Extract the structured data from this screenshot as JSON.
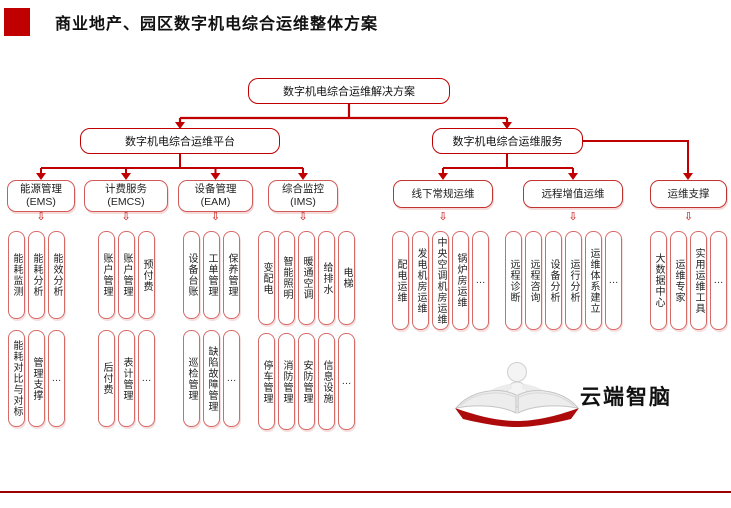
{
  "header": {
    "title": "商业地产、园区数字机电综合运维整体方案"
  },
  "diagram": {
    "root_label": "数字机电综合运维解决方案",
    "platform_label": "数字机电综合运维平台",
    "service_label": "数字机电综合运维服务",
    "groups": [
      {
        "id": "energy",
        "title": "能源管理",
        "subtitle": "(EMS)",
        "rows": [
          [
            "能耗监测",
            "能耗分析",
            "能效分析"
          ],
          [
            "能耗对比与对标",
            "管理支撑",
            "…"
          ]
        ]
      },
      {
        "id": "billing",
        "title": "计费服务",
        "subtitle": "(EMCS)",
        "rows": [
          [
            "账户管理",
            "账户管理",
            "预付费"
          ],
          [
            "后付费",
            "表计管理",
            "…"
          ]
        ]
      },
      {
        "id": "equipment",
        "title": "设备管理",
        "subtitle": "(EAM)",
        "rows": [
          [
            "设备台账",
            "工单管理",
            "保养管理"
          ],
          [
            "巡检管理",
            "缺陷故障管理",
            "…"
          ]
        ]
      },
      {
        "id": "monitoring",
        "title": "综合监控",
        "subtitle": "(IMS)",
        "rows": [
          [
            "变配电",
            "智能照明",
            "暖通空调",
            "给排水",
            "电梯"
          ],
          [
            "停车管理",
            "消防管理",
            "安防管理",
            "信息设施",
            "…"
          ]
        ]
      },
      {
        "id": "offline-ops",
        "title": "线下常规运维",
        "subtitle": "",
        "rows": [
          [
            "配电运维",
            "发电机房运维",
            "中央空调机房运维",
            "锅炉房运维",
            "…"
          ]
        ]
      },
      {
        "id": "remote-ops",
        "title": "远程增值运维",
        "subtitle": "",
        "rows": [
          [
            "远程诊断",
            "远程咨询",
            "设备分析",
            "运行分析",
            "运维体系建立",
            "…"
          ]
        ]
      },
      {
        "id": "ops-support",
        "title": "运维支撑",
        "subtitle": "",
        "rows": [
          [
            "大数据中心",
            "运维专家",
            "实用运维工具",
            "…"
          ]
        ]
      }
    ],
    "down_arrow_glyph": "⇩"
  },
  "footer": {
    "caption": "云端智脑"
  },
  "colors": {
    "accent": "#c00000",
    "light_border": "#d66a67",
    "footer_rule": "#9c0000"
  }
}
